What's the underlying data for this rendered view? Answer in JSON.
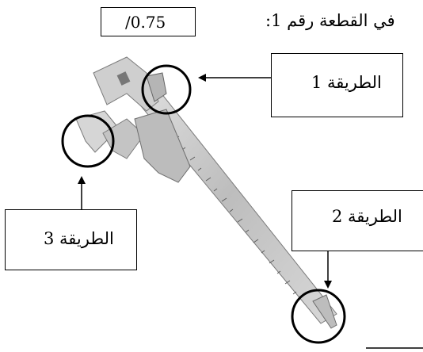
{
  "header": {
    "score": "/0.75",
    "question": "في القطعة رقم 1:"
  },
  "labels": {
    "method1": "الطريقة 1",
    "method2": "الطريقة 2",
    "method3": "الطريقة 3"
  },
  "colors": {
    "stroke": "#000000",
    "caliper_body": "#c9c9c9",
    "caliper_dark": "#8a8a8a"
  }
}
